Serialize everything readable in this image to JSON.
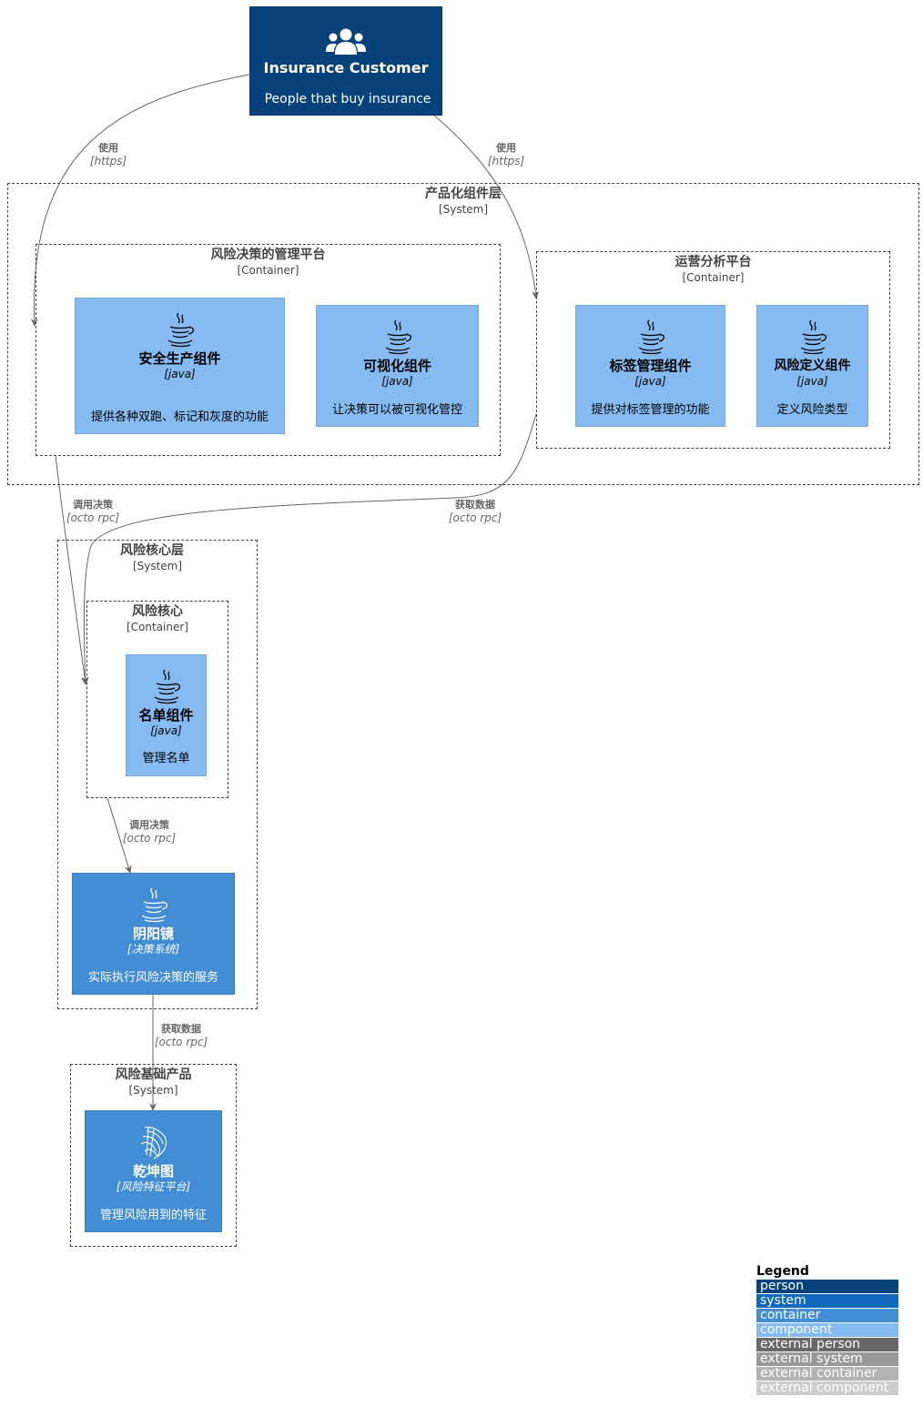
{
  "colors": {
    "person": "#08427b",
    "system": "#1168bd",
    "container": "#438dd5",
    "component": "#85bbf0",
    "external_person": "#686868",
    "external_system": "#999999",
    "external_container": "#b3b3b3",
    "external_component": "#cccccc",
    "edge": "#666666",
    "boundary": "#444444"
  },
  "person": {
    "title": "Insurance Customer",
    "description": "People that buy insurance",
    "icon": "users-icon"
  },
  "boundaries": {
    "product_layer": {
      "title": "产品化组件层",
      "type": "[System]"
    },
    "risk_mgmt_platform": {
      "title": "风险决策的管理平台",
      "type": "[Container]"
    },
    "ops_analysis_platform": {
      "title": "运营分析平台",
      "type": "[Container]"
    },
    "risk_core_layer": {
      "title": "风险核心层",
      "type": "[System]"
    },
    "risk_core": {
      "title": "风险核心",
      "type": "[Container]"
    },
    "risk_base_product": {
      "title": "风险基础产品",
      "type": "[System]"
    }
  },
  "nodes": {
    "safety": {
      "title": "安全生产组件",
      "tech": "[java]",
      "description": "提供各种双跑、标记和灰度的功能",
      "icon": "java-icon"
    },
    "visual": {
      "title": "可视化组件",
      "tech": "[java]",
      "description": "让决策可以被可视化管控",
      "icon": "java-icon"
    },
    "tag": {
      "title": "标签管理组件",
      "tech": "[java]",
      "description": "提供对标签管理的功能",
      "icon": "java-icon"
    },
    "riskdef": {
      "title": "风险定义组件",
      "tech": "[java]",
      "description": "定义风险类型",
      "icon": "java-icon"
    },
    "namelist": {
      "title": "名单组件",
      "tech": "[java]",
      "description": "管理名单",
      "icon": "java-icon"
    },
    "yinyang": {
      "title": "阴阳镜",
      "tech": "[决策系统]",
      "description": "实际执行风险决策的服务",
      "icon": "java-icon"
    },
    "qiankun": {
      "title": "乾坤图",
      "tech": "[风险特征平台]",
      "description": "管理风险用到的特征",
      "icon": "sqlserver-icon"
    }
  },
  "edges": {
    "use_left": {
      "label": "使用",
      "tech": "[https]"
    },
    "use_right": {
      "label": "使用",
      "tech": "[https]"
    },
    "call_decision_1": {
      "label": "调用决策",
      "tech": "[octo rpc]"
    },
    "fetch_data_1": {
      "label": "获取数据",
      "tech": "[octo rpc]"
    },
    "call_decision_2": {
      "label": "调用决策",
      "tech": "[octo rpc]"
    },
    "fetch_data_2": {
      "label": "获取数据",
      "tech": "[octo rpc]"
    }
  },
  "legend": {
    "title": "Legend",
    "items": [
      "person",
      "system",
      "container",
      "component",
      "external person",
      "external system",
      "external container",
      "external component"
    ]
  }
}
